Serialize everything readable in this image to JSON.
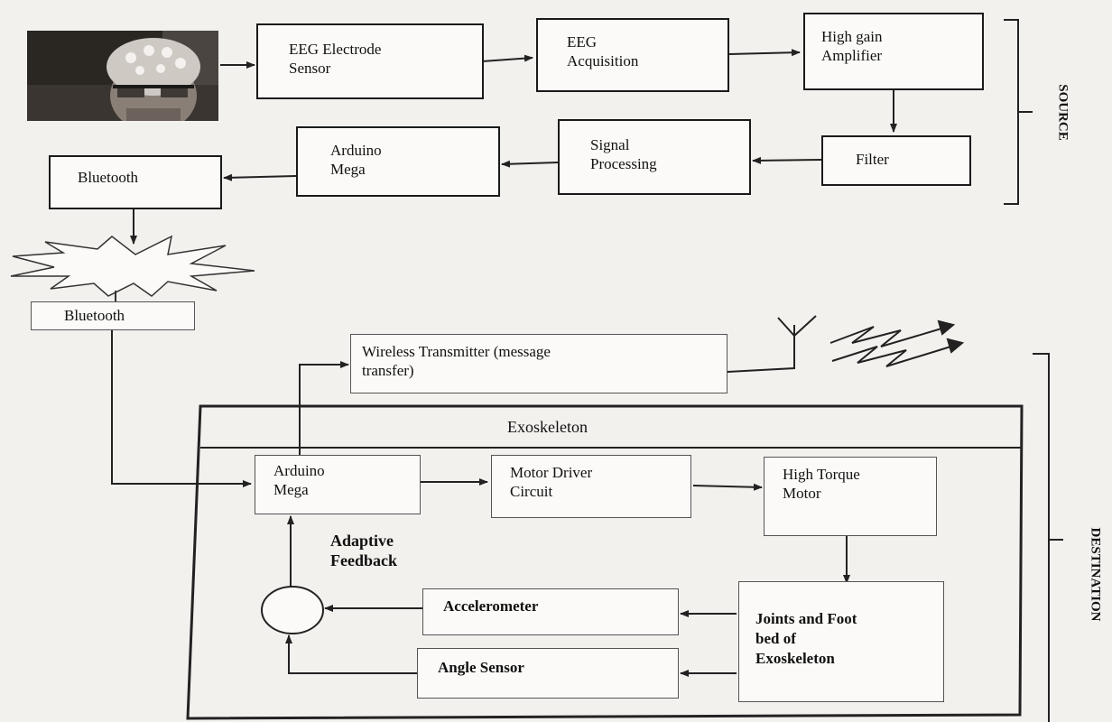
{
  "source_blocks": {
    "eeg_sensor": "EEG Electrode\nSensor",
    "eeg_acquisition": "EEG\nAcquisition",
    "amplifier": "High gain\nAmplifier",
    "filter": "Filter",
    "signal_processing": "Signal\nProcessing",
    "arduino_source": "Arduino\nMega",
    "bluetooth_tx": "Bluetooth"
  },
  "bluetooth_rx": "Bluetooth",
  "wireless_transmitter": "Wireless Transmitter (message\ntransfer)",
  "exoskeleton": {
    "title": "Exoskeleton",
    "arduino": "Arduino\nMega",
    "motor_driver": "Motor Driver\nCircuit",
    "motor": "High Torque\nMotor",
    "adaptive_feedback": "Adaptive\nFeedback",
    "accelerometer": "Accelerometer",
    "angle_sensor": "Angle Sensor",
    "joints": "Joints and Foot\nbed of\nExoskeleton"
  },
  "side_labels": {
    "source": "SOURCE",
    "destination": "DESTINATION"
  },
  "icons": [
    "eeg-headset-photo",
    "wireless-burst-icon",
    "antenna-icon",
    "signal-bolt-icon",
    "summing-junction-icon"
  ]
}
